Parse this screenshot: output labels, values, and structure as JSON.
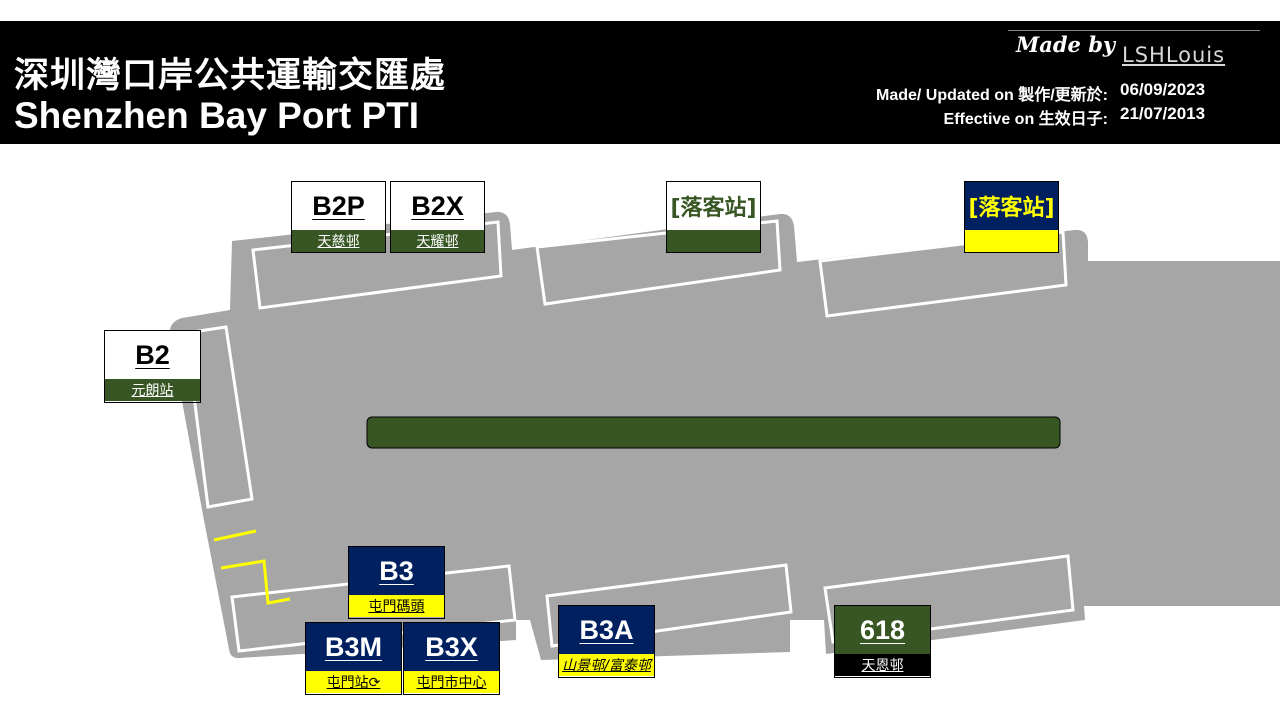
{
  "header": {
    "title_zh": "深圳灣口岸公共運輸交匯處",
    "title_en": "Shenzhen Bay Port PTI",
    "made_by_label": "Made by",
    "author": "LSHLouis",
    "updated_label": "Made/ Updated on 製作/更新於:",
    "updated_value": "06/09/2023",
    "effective_label": "Effective on 生效日子:",
    "effective_value": "21/07/2013"
  },
  "colors": {
    "ground": "#a6a6a6",
    "green": "#375623",
    "navy": "#002060",
    "yellow": "#ffff00"
  },
  "stops": {
    "b2p": {
      "route": "B2P",
      "dest": "天慈邨"
    },
    "b2x": {
      "route": "B2X",
      "dest": "天耀邨"
    },
    "alight_green": {
      "route": "[落客站]",
      "dest": ""
    },
    "alight_navy": {
      "route": "[落客站]",
      "dest": ""
    },
    "b2": {
      "route": "B2",
      "dest": "元朗站"
    },
    "b3": {
      "route": "B3",
      "dest": "屯門碼頭"
    },
    "b3m": {
      "route": "B3M",
      "dest": "屯門站⟳"
    },
    "b3x": {
      "route": "B3X",
      "dest": "屯門市中心"
    },
    "b3a": {
      "route": "B3A",
      "dest": "山景邨/富泰邨"
    },
    "r618": {
      "route": "618",
      "dest": "天恩邨"
    }
  }
}
